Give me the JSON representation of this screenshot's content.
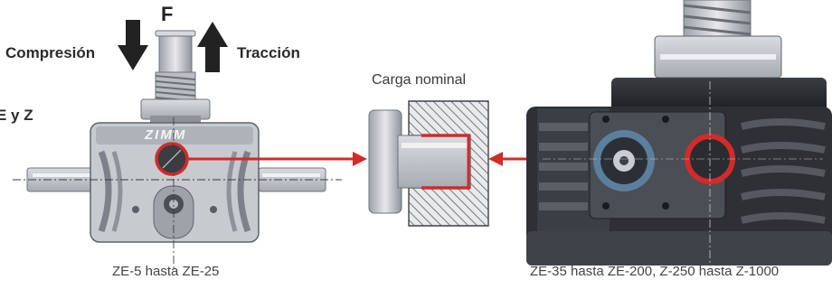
{
  "diagram": {
    "force_label": "F",
    "compression_label": "Compresión",
    "traction_label": "Tracción",
    "side_label": "E y Z",
    "nominal_load_label": "Carga nominal",
    "brand_text": "ZIMM",
    "caption_left": "ZE-5 hasta ZE-25",
    "caption_right": "ZE-35 hasta ZE-200, Z-250 hasta Z-1000"
  },
  "colors": {
    "highlight": "#d32a2a",
    "arrow_dark": "#222222",
    "housing_light": "#c9ccd1",
    "housing_dark": "#2a2c30"
  }
}
